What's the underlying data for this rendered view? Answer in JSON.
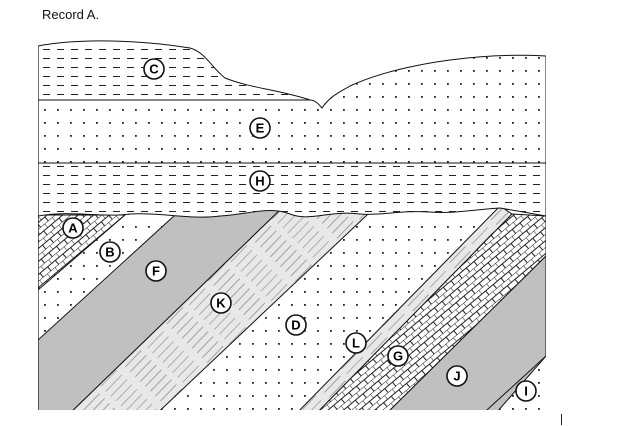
{
  "title": "Record A.",
  "layers": [
    {
      "key": "C",
      "label": "C",
      "pattern": "dashed"
    },
    {
      "key": "E",
      "label": "E",
      "pattern": "dotted"
    },
    {
      "key": "H",
      "label": "H",
      "pattern": "dashed"
    },
    {
      "key": "A",
      "label": "A",
      "pattern": "crosshatch"
    },
    {
      "key": "B",
      "label": "B",
      "pattern": "dotted"
    },
    {
      "key": "F",
      "label": "F",
      "pattern": "gray"
    },
    {
      "key": "K",
      "label": "K",
      "pattern": "streaked"
    },
    {
      "key": "D",
      "label": "D",
      "pattern": "dotted"
    },
    {
      "key": "L",
      "label": "L",
      "pattern": "streaked"
    },
    {
      "key": "G",
      "label": "G",
      "pattern": "crosshatch"
    },
    {
      "key": "J",
      "label": "J",
      "pattern": "gray"
    },
    {
      "key": "I",
      "label": "I",
      "pattern": "dotted"
    }
  ],
  "colors": {
    "gray_fill": "#c0c0c0",
    "line": "#111111",
    "background": "#ffffff"
  }
}
